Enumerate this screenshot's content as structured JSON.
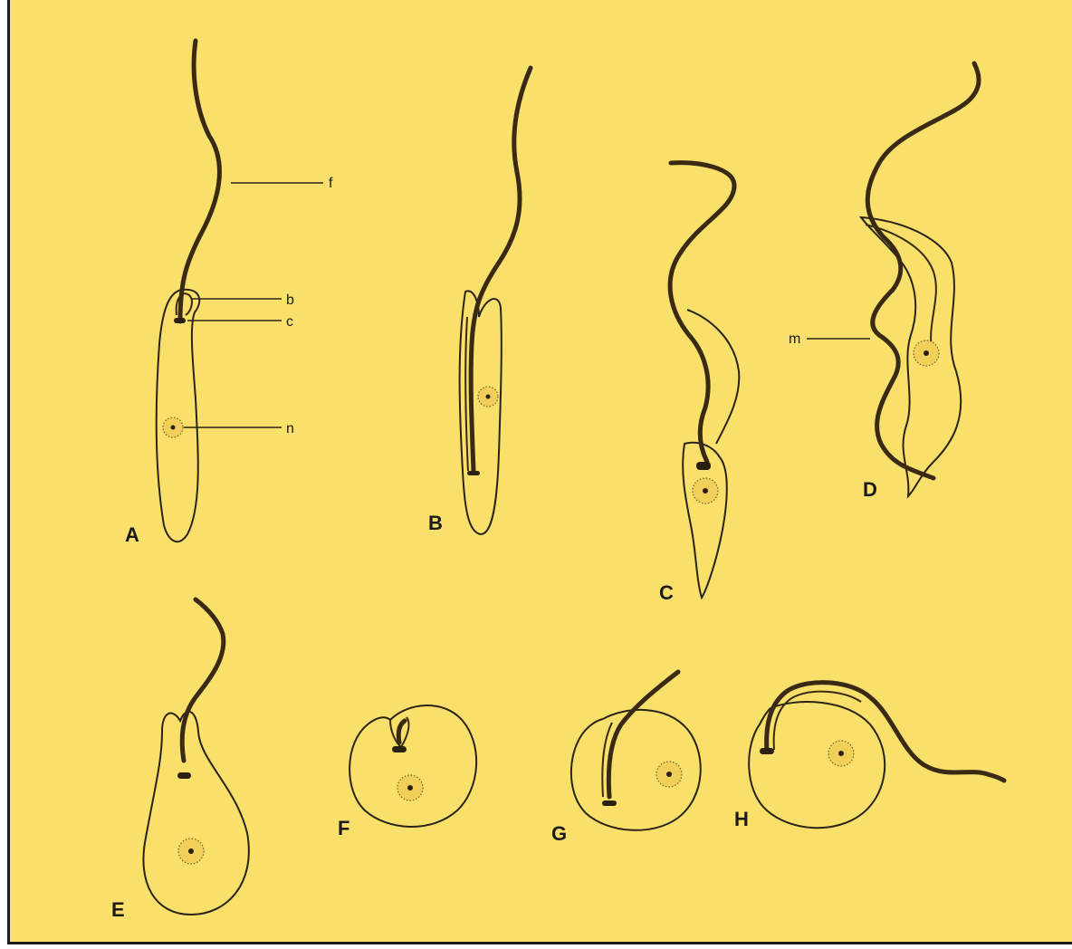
{
  "figure": {
    "stage_labels": [
      "A",
      "B",
      "C",
      "D",
      "E",
      "F",
      "G",
      "H"
    ],
    "part_labels": {
      "flagellum": "f",
      "blepharoplast": "b",
      "kinetoplast": "c",
      "nucleus": "n",
      "undulating_membrane": "m"
    }
  },
  "colors": {
    "background": "#f8e06a",
    "ink": "#2a2418",
    "flagellum": "#3a2a14",
    "nucleus_fill": "#f1cf59"
  }
}
